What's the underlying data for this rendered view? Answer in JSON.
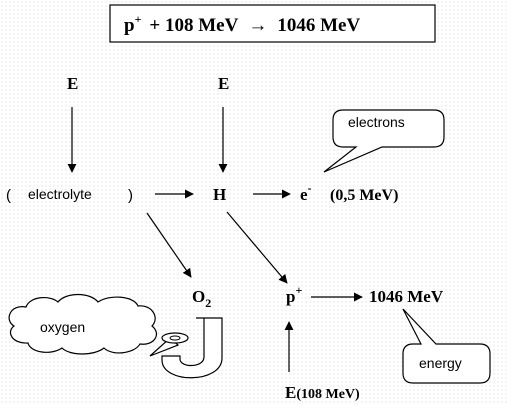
{
  "equation": {
    "proton": "p",
    "proton_charge": "+",
    "plus_energy": "+ 108 MeV",
    "arrow": "→",
    "result": "1046 MeV"
  },
  "labels": {
    "energy_left": "E",
    "energy_center": "E",
    "electrolyte_open": "(",
    "electrolyte": "electrolyte",
    "electrolyte_close": ")",
    "hydrogen": "H",
    "electron": "e",
    "electron_charge": "-",
    "electron_energy": "(0,5 MeV)",
    "oxygen_symbol": "O",
    "oxygen_subscript": "2",
    "proton": "p",
    "proton_charge": "+",
    "output_energy": "1046 MeV",
    "input_energy_symbol": "E",
    "input_energy_value": "(108 MeV)"
  },
  "callouts": {
    "electrons": "electrons",
    "energy": "energy",
    "oxygen": "oxygen"
  }
}
